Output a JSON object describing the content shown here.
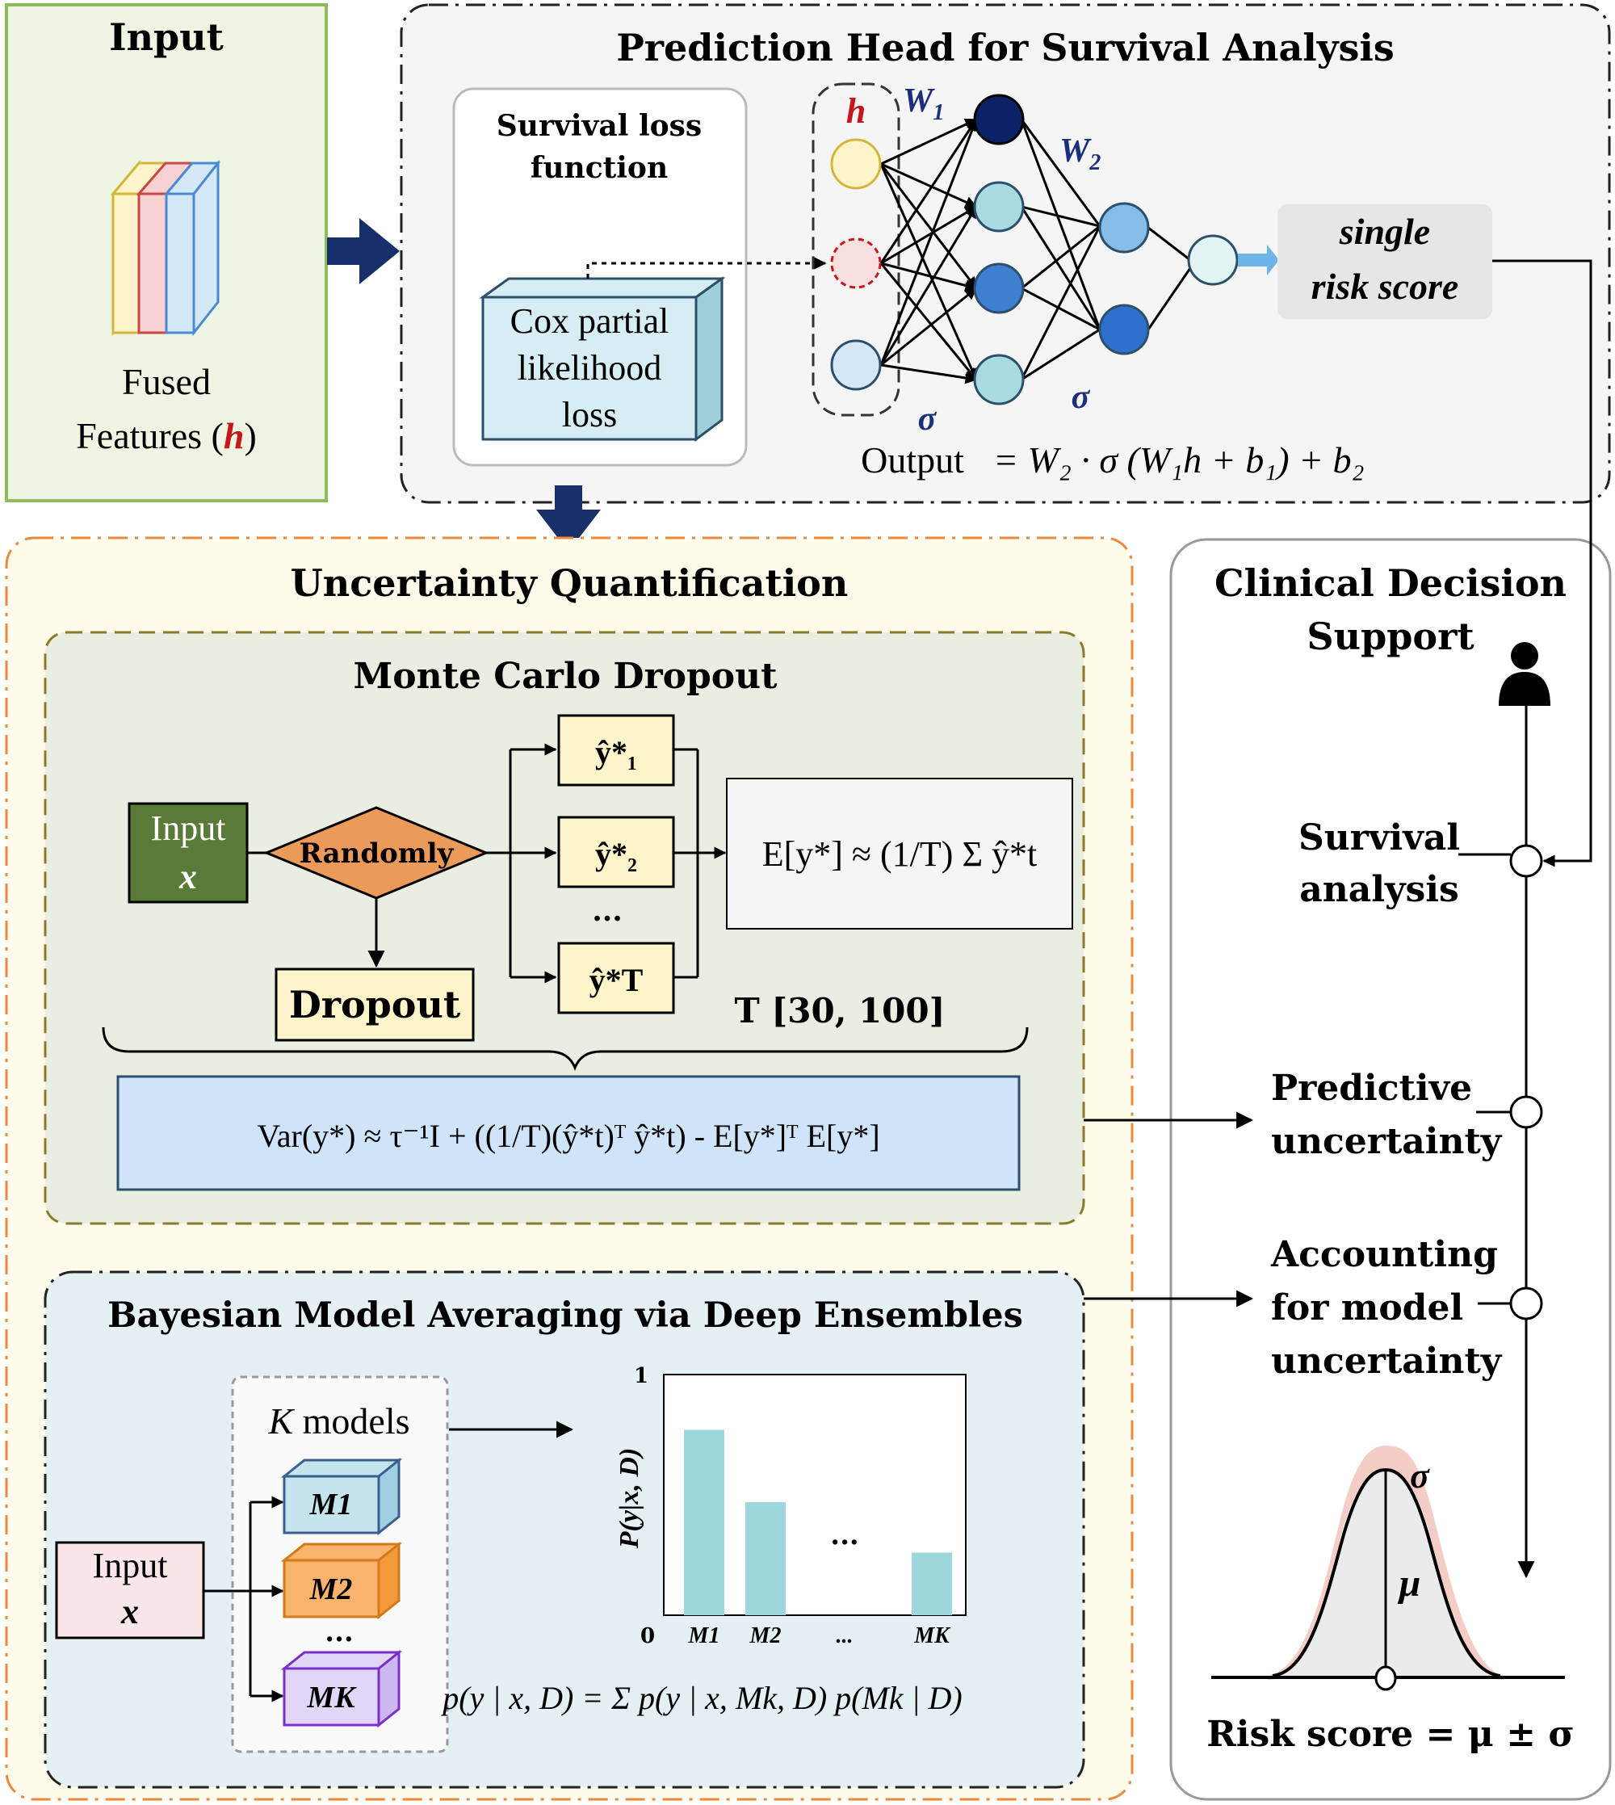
{
  "input_panel": {
    "title": "Input",
    "label_line1": "Fused",
    "label_line2_pre": "Features (",
    "label_var": "h",
    "label_line2_post": ")"
  },
  "prediction_head": {
    "title": "Prediction Head for Survival Analysis",
    "loss_box_title_line1": "Survival loss",
    "loss_box_title_line2": "function",
    "cox_line1": "Cox partial",
    "cox_line2": "likelihood",
    "cox_line3": "loss",
    "h_label": "h",
    "w1_label": "W",
    "w1_sub": "1",
    "w2_label": "W",
    "w2_sub": "2",
    "sigma_label_1": "σ",
    "sigma_label_2": "σ",
    "risk_line1": "single",
    "risk_line2": "risk score",
    "output_label": "Output",
    "equation": "=  W₂ · σ (W₁h + b₁) + b₂"
  },
  "uncertainty": {
    "title": "Uncertainty Quantification",
    "mc": {
      "title": "Monte Carlo Dropout",
      "input_line1": "Input",
      "input_line2": "x",
      "diamond": "Randomly",
      "dropout": "Dropout",
      "y_hat_1": "ŷ*₁",
      "y_hat_2": "ŷ*₂",
      "y_hat_T": "ŷ*T",
      "dots": "...",
      "expectation": "E[y*] ≈ (1/T) Σ ŷ*t",
      "t_range": "T [30, 100]",
      "variance": "Var(y*) ≈ τ⁻¹I + ((1/T)(ŷ*t)ᵀ ŷ*t) - E[y*]ᵀ E[y*]"
    },
    "bma": {
      "title": "Bayesian Model Averaging via Deep Ensembles",
      "k_models_var": "K",
      "k_models_text": " models",
      "input_line1": "Input",
      "input_line2": "x",
      "m1": "M1",
      "m2": "M2",
      "mk": "MK",
      "dots": "...",
      "formula": "p(y | x, D) = Σ p(y | x, Mk, D) p(Mk | D)"
    }
  },
  "chart_data": {
    "type": "bar",
    "categories": [
      "M1",
      "M2",
      "...",
      "MK"
    ],
    "values": [
      0.77,
      0.47,
      null,
      0.26
    ],
    "ylabel": "P(y|x, D)",
    "ylim": [
      0,
      1
    ],
    "y_ticks": [
      "0",
      "1"
    ],
    "bar_color": "#9ed6dd",
    "dots_label": "..."
  },
  "clinical": {
    "title_line1": "Clinical Decision",
    "title_line2": "Support",
    "survival_line1": "Survival",
    "survival_line2": "analysis",
    "predictive_line1": "Predictive",
    "predictive_line2": "uncertainty",
    "accounting_line1": "Accounting",
    "accounting_line2": "for model",
    "accounting_line3": "uncertainty",
    "sigma": "σ",
    "mu": "μ",
    "risk_formula": "Risk score = μ ± σ"
  },
  "colors": {
    "input_panel_bg": "#eef5e3",
    "input_panel_border": "#8fbb5a",
    "prediction_bg": "#f5f5f5",
    "uq_border": "#e88a3c",
    "uq_bg": "#fefbea",
    "mc_bg": "#eaeee2",
    "bma_bg": "#e5f0f4",
    "arrow_navy": "#17306b",
    "risk_box_bg": "#e6e6e6",
    "sigma_band": "#f2c4bc"
  },
  "icons": [
    "person-icon",
    "fused-features-stack-icon",
    "cox-loss-box-icon",
    "cube-model-icon"
  ]
}
